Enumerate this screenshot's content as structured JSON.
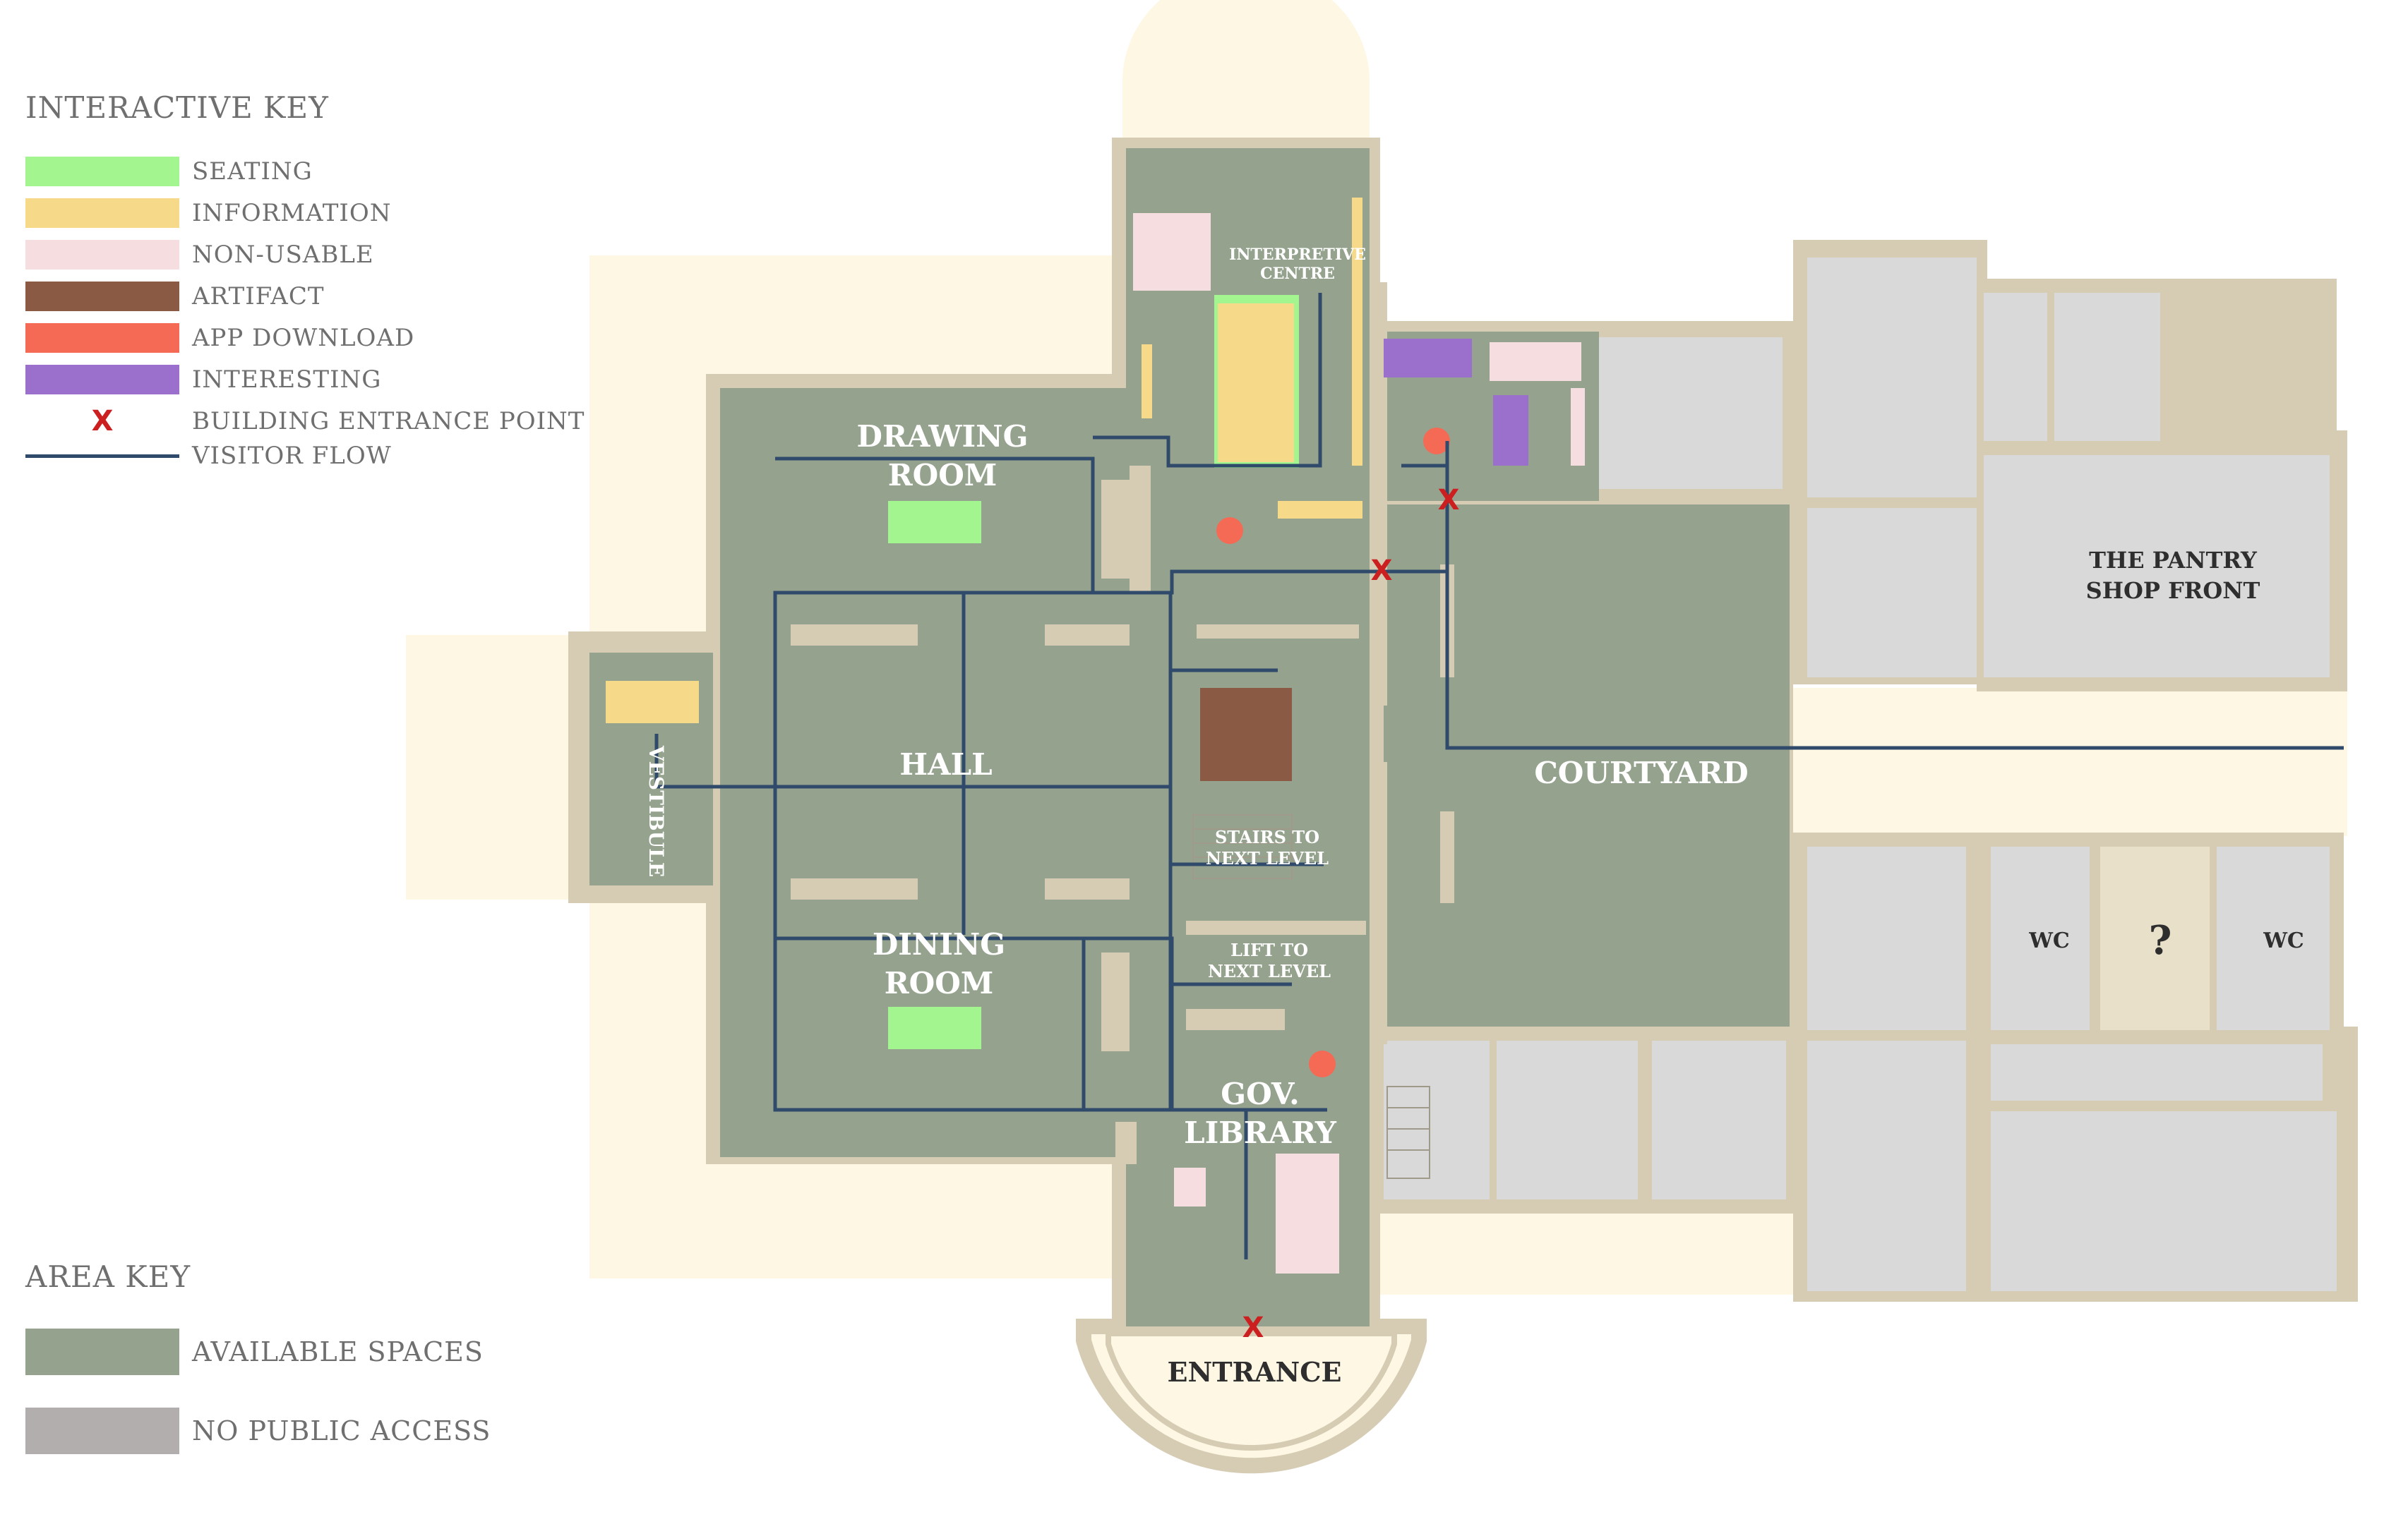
{
  "interactive_key": {
    "title": "INTERACTIVE KEY",
    "items": [
      {
        "label": "SEATING",
        "color": "#a3f58f",
        "kind": "swatch"
      },
      {
        "label": "INFORMATION",
        "color": "#f7d98a",
        "kind": "swatch"
      },
      {
        "label": "NON-USABLE",
        "color": "#f5dde0",
        "kind": "swatch"
      },
      {
        "label": "ARTIFACT",
        "color": "#8a5a44",
        "kind": "swatch"
      },
      {
        "label": "APP DOWNLOAD",
        "color": "#f46a55",
        "kind": "swatch"
      },
      {
        "label": "INTERESTING",
        "color": "#9b6fcc",
        "kind": "swatch"
      },
      {
        "label": "BUILDING ENTRANCE POINT",
        "color": "#cc1f1f",
        "kind": "mark",
        "symbol": "X"
      },
      {
        "label": "VISITOR FLOW",
        "color": "#2f4a6a",
        "kind": "line"
      }
    ]
  },
  "area_key": {
    "title": "AREA KEY",
    "items": [
      {
        "label": "AVAILABLE SPACES",
        "color": "#95a38e"
      },
      {
        "label": "NO PUBLIC ACCESS",
        "color": "#b2aeae"
      }
    ]
  },
  "colors": {
    "available": "#95a38e",
    "no_public": "#d9d9d9",
    "wall": "#d6cbb3",
    "exterior": "#fdf7e3",
    "flow": "#2f4a6a"
  },
  "rooms": {
    "drawing_room_1": "DRAWING",
    "drawing_room_2": "ROOM",
    "hall": "HALL",
    "dining_room_1": "DINING",
    "dining_room_2": "ROOM",
    "vestibule": "VESTIBULE",
    "interpretive_1": "INTERPRETIVE",
    "interpretive_2": "CENTRE",
    "stairs_1": "STAIRS TO",
    "stairs_2": "NEXT LEVEL",
    "lift_1": "LIFT TO",
    "lift_2": "NEXT LEVEL",
    "library_1": "GOV.",
    "library_2": "LIBRARY",
    "courtyard": "COURTYARD",
    "entrance": "ENTRANCE",
    "pantry_1": "THE PANTRY",
    "pantry_2": "SHOP FRONT",
    "wc_left": "WC",
    "wc_right": "WC",
    "unknown": "?"
  },
  "entrance_symbol": "X"
}
